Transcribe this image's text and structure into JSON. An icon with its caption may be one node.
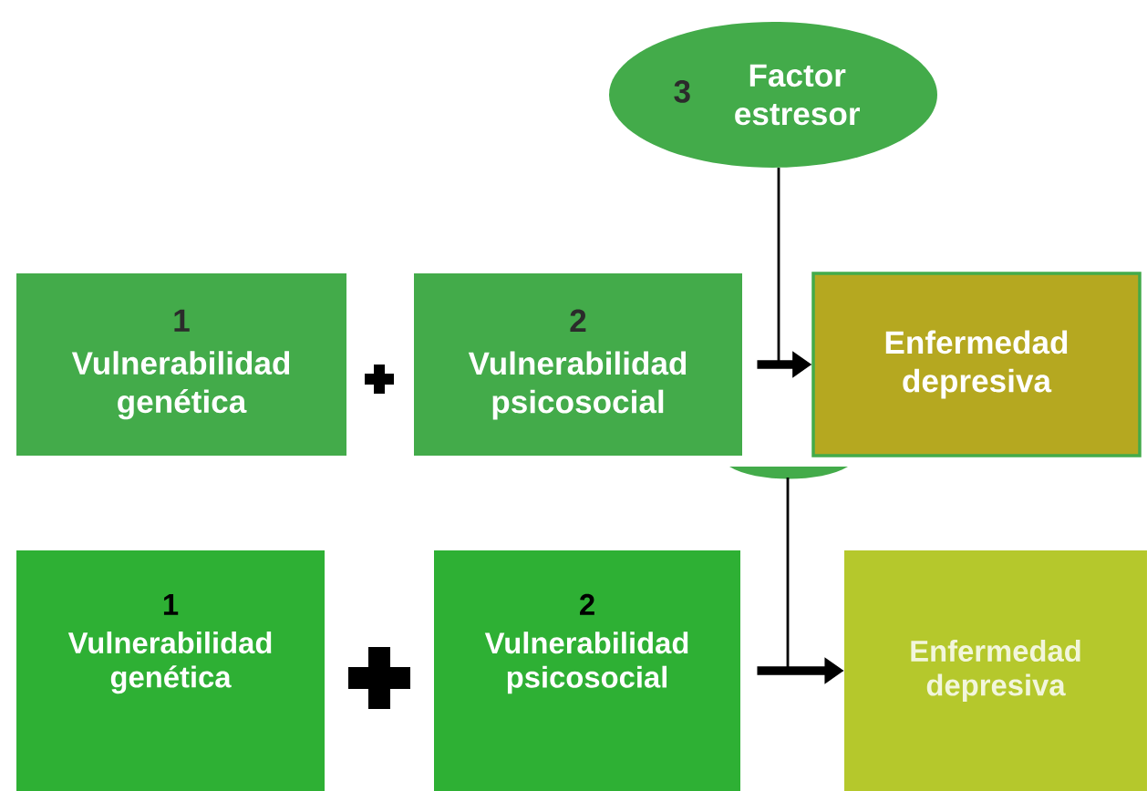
{
  "diagram": {
    "nodes": [
      {
        "text": [
          "3",
          "Factor estresor"
        ]
      },
      {
        "text": [
          "1",
          "Vulnerabilidad genética"
        ]
      },
      {
        "text": [
          "2",
          "Vulnerabilidad psicosocial"
        ]
      },
      {
        "text": [
          "Enfermedad depresiva"
        ]
      },
      {
        "text": [],
        "shape": "circle"
      },
      {
        "text": [
          "1",
          "Vulnerabilidad genética"
        ]
      },
      {
        "text": [
          "2",
          "Vulnerabilidad psicosocial"
        ]
      },
      {
        "text": [
          "Enfermedad depresiva"
        ]
      }
    ],
    "edges": [
      {
        "from": 0,
        "to": 3,
        "arrow": "to"
      },
      {
        "from": 2,
        "to": 3,
        "arrow": "to",
        "style": "thick"
      },
      {
        "from": 4,
        "to": 7,
        "arrow": "to"
      },
      {
        "from": 6,
        "to": 7,
        "arrow": "to",
        "style": "thick"
      }
    ]
  }
}
